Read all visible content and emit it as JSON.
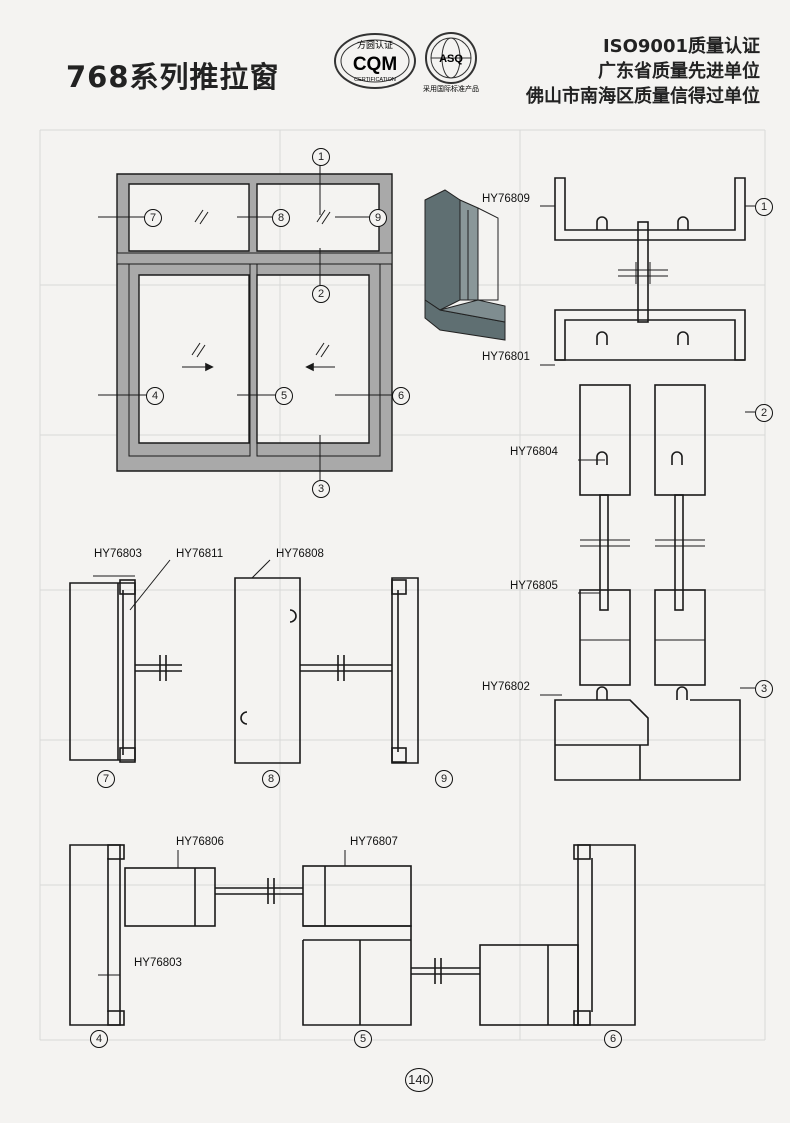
{
  "header": {
    "title": "768系列推拉窗",
    "certifications": [
      "ISO9001质量认证",
      "广东省质量先进单位",
      "佛山市南海区质量信得过单位"
    ]
  },
  "logos": {
    "cqm": {
      "top_text": "方圆认证",
      "main_text": "CQM",
      "bottom_text": "CERTIFICATION"
    },
    "asq": {
      "main_text": "ASQ",
      "caption": "采用国际标准产品"
    }
  },
  "profile_codes": {
    "hy76809": "HY76809",
    "hy76801": "HY76801",
    "hy76804": "HY76804",
    "hy76805": "HY76805",
    "hy76802": "HY76802",
    "hy76803_a": "HY76803",
    "hy76811": "HY76811",
    "hy76808": "HY76808",
    "hy76806": "HY76806",
    "hy76807": "HY76807",
    "hy76803_b": "HY76803"
  },
  "markers": {
    "m1": "1",
    "m2": "2",
    "m3": "3",
    "m4": "4",
    "m5": "5",
    "m6": "6",
    "m7": "7",
    "m8": "8",
    "m9": "9",
    "r1": "1",
    "r2": "2",
    "r3": "3",
    "b7": "7",
    "b8": "8",
    "b9": "9",
    "b4": "4",
    "b5": "5",
    "b6": "6"
  },
  "page_number": "140",
  "colors": {
    "frame_fill": "#a9a9a9",
    "line": "#1a1a1a",
    "background": "#f4f3f1",
    "profile_3d": "#5f6f72"
  }
}
